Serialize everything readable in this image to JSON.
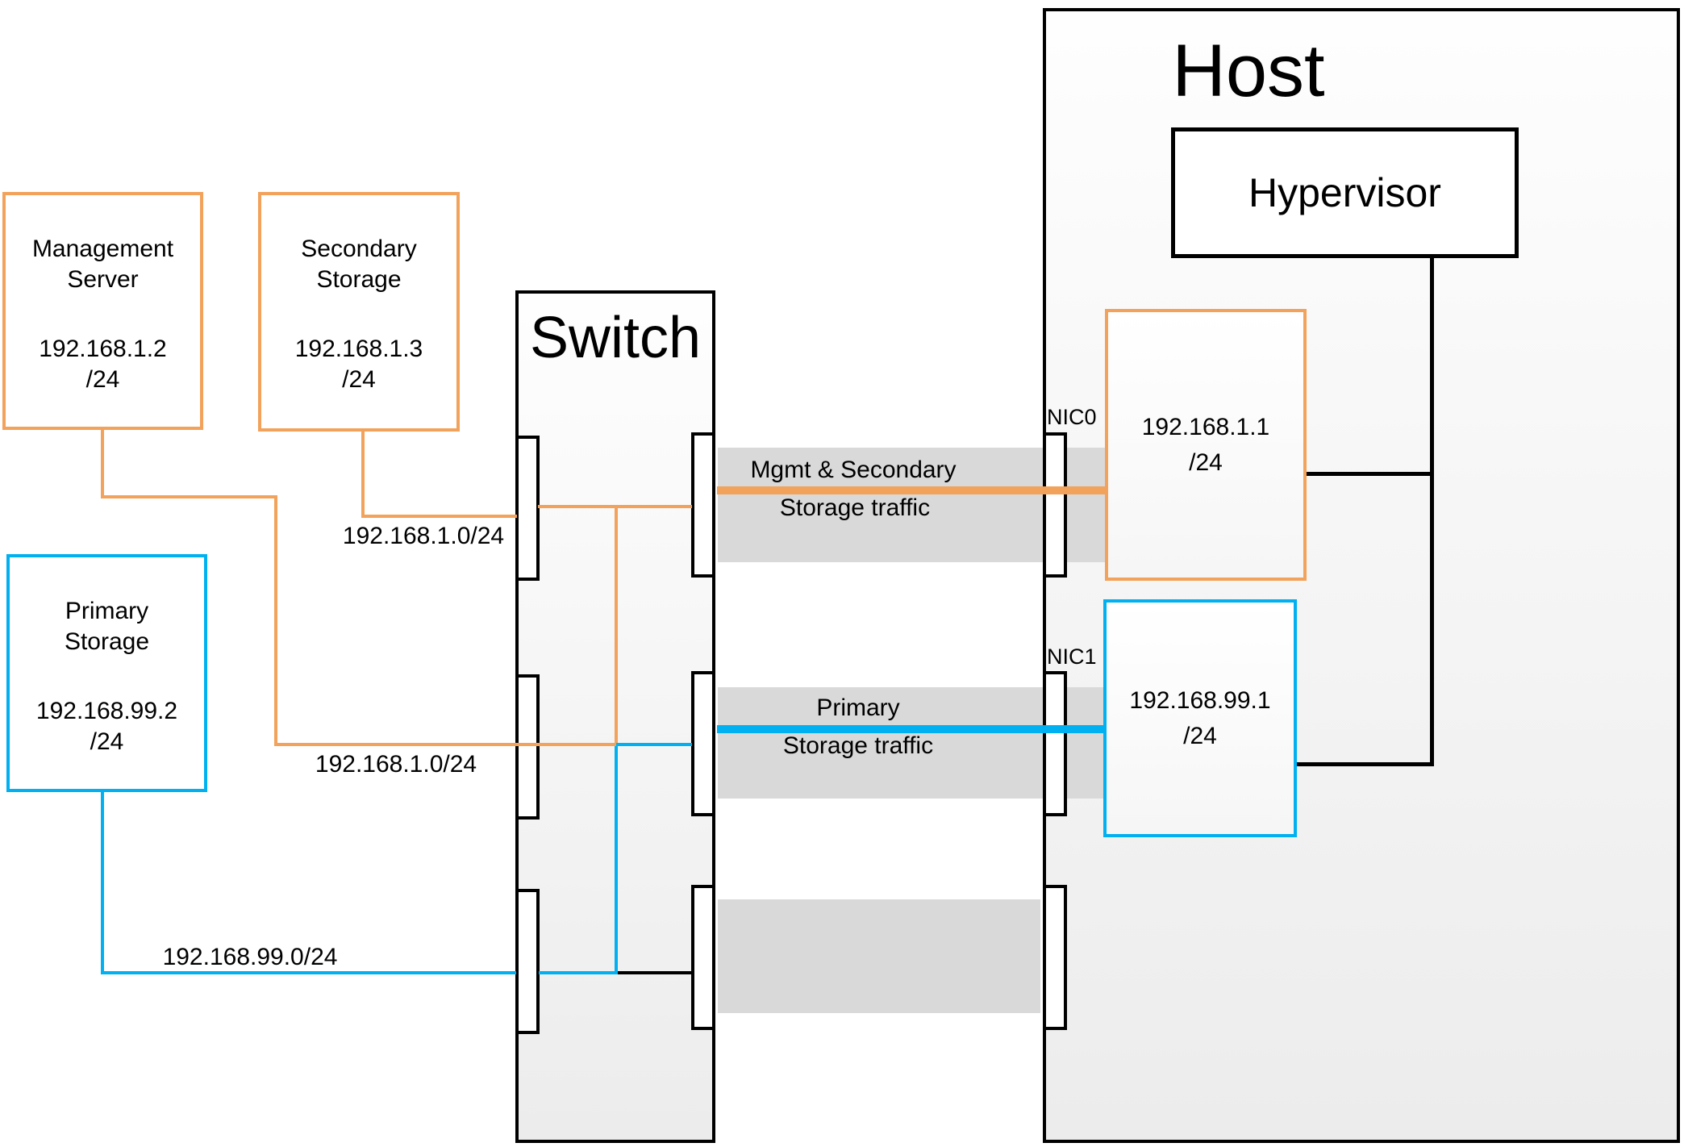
{
  "devices": {
    "management_server": {
      "name_line1": "Management",
      "name_line2": "Server",
      "ip": "192.168.1.2",
      "cidr": "/24"
    },
    "secondary_storage": {
      "name_line1": "Secondary",
      "name_line2": "Storage",
      "ip": "192.168.1.3",
      "cidr": "/24"
    },
    "primary_storage": {
      "name_line1": "Primary",
      "name_line2": "Storage",
      "ip": "192.168.99.2",
      "cidr": "/24"
    }
  },
  "switch": {
    "label": "Switch"
  },
  "host": {
    "label": "Host",
    "hypervisor_label": "Hypervisor",
    "nic0": {
      "label": "NIC0",
      "ip": "192.168.1.1",
      "cidr": "/24"
    },
    "nic1": {
      "label": "NIC1",
      "ip": "192.168.99.1",
      "cidr": "/24"
    }
  },
  "networks": {
    "subnet_label_secondary": "192.168.1.0/24",
    "subnet_label_management": "192.168.1.0/24",
    "subnet_label_primary": "192.168.99.0/24"
  },
  "traffic": {
    "mgmt_line1": "Mgmt & Secondary",
    "mgmt_line2": "Storage traffic",
    "primary_line1": "Primary",
    "primary_line2": "Storage traffic"
  },
  "colors": {
    "orange": "#F2A25A",
    "blue": "#00B0F0",
    "band_gray": "#D9D9D9",
    "line_black": "#000000"
  }
}
